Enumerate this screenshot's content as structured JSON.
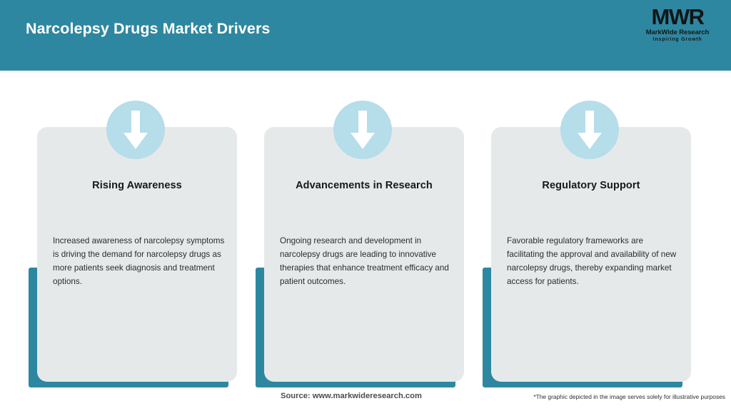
{
  "header": {
    "title": "Narcolepsy Drugs Market Drivers",
    "background_color": "#2E87A0",
    "title_color": "#FFFFFF"
  },
  "logo": {
    "mark": "MWR",
    "company": "MarkWide Research",
    "tagline": "Inspiring Growth"
  },
  "cards": [
    {
      "icon": "down-arrow-icon",
      "title": "Rising Awareness",
      "description": "Increased awareness of narcolepsy symptoms is driving the demand for narcolepsy drugs as more patients seek diagnosis and treatment options."
    },
    {
      "icon": "down-arrow-icon",
      "title": "Advancements in Research",
      "description": "Ongoing research and development in narcolepsy drugs are leading to innovative therapies that enhance treatment efficacy and patient outcomes."
    },
    {
      "icon": "down-arrow-icon",
      "title": "Regulatory Support",
      "description": "Favorable regulatory frameworks are facilitating the approval and availability of new narcolepsy drugs, thereby expanding market access for patients."
    }
  ],
  "footer": {
    "source": "Source: www.markwideresearch.com",
    "disclaimer": "*The graphic depicted in the image serves solely for illustrative purposes"
  },
  "colors": {
    "accent_teal": "#2E87A0",
    "badge_blue": "#B5DDEA",
    "card_grey": "#E6E9EA"
  }
}
